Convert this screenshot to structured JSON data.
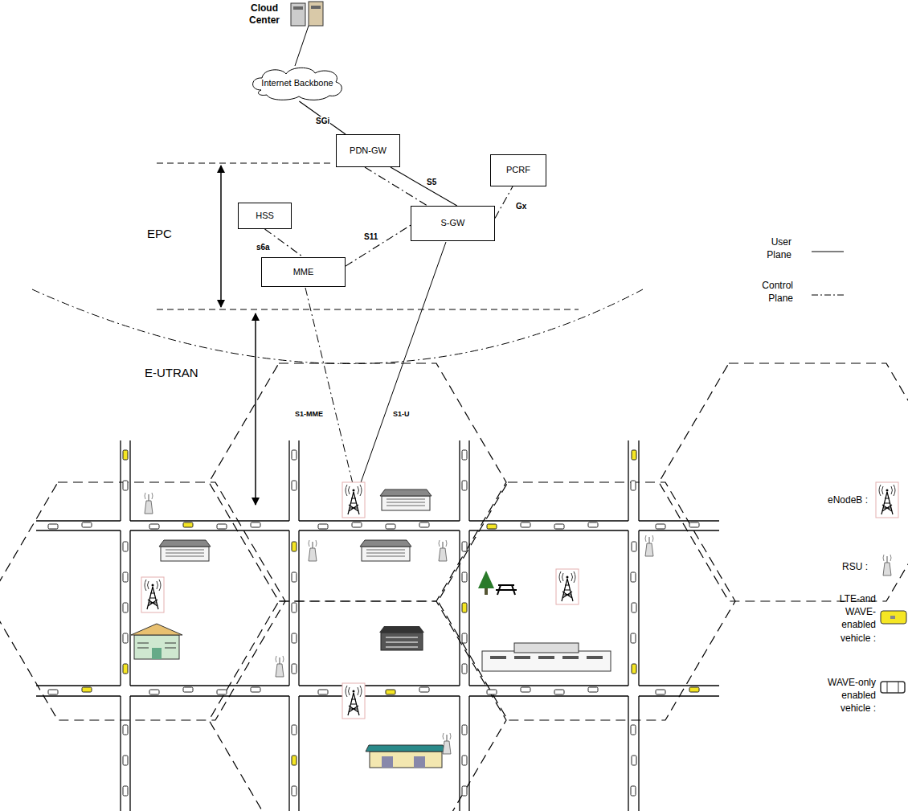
{
  "diagram": {
    "nodes": [
      {
        "text": [
          "Internet Backbone"
        ]
      },
      {
        "text": [
          "PDN-GW"
        ]
      },
      {
        "text": [
          "PCRF"
        ]
      },
      {
        "text": [
          "HSS"
        ]
      },
      {
        "text": [
          "S-GW"
        ]
      },
      {
        "text": [
          "MME"
        ]
      }
    ],
    "edges": [
      {
        "from": 0,
        "to": 1,
        "label": "SGi",
        "arrow": "none"
      },
      {
        "from": 1,
        "to": 4,
        "label": "S5",
        "arrow": "none"
      },
      {
        "from": 1,
        "to": 4,
        "arrow": "none"
      },
      {
        "from": 4,
        "to": 2,
        "label": "Gx",
        "arrow": "none"
      },
      {
        "from": 3,
        "to": 5,
        "label": "s6a",
        "arrow": "none"
      },
      {
        "from": 5,
        "to": 4,
        "label": "S11",
        "arrow": "none"
      }
    ],
    "labels": [
      "Cloud Center",
      "EPC",
      "E-UTRAN",
      "S1-MME",
      "S1-U"
    ],
    "legend": [
      {
        "text": "User Plane"
      },
      {
        "text": "Control Plane"
      },
      {
        "text": "eNodeB :"
      },
      {
        "text": "RSU :"
      },
      {
        "text": "LTE-and WAVE-enabled vehicle :"
      },
      {
        "text": "WAVE-only enabled vehicle :"
      }
    ]
  }
}
